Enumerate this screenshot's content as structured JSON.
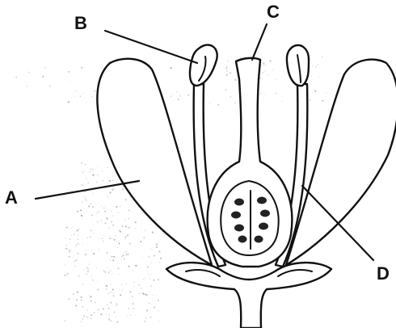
{
  "labels": {
    "A": "A",
    "B": "B",
    "C": "C",
    "D": "D"
  },
  "colors": {
    "line": "#111111",
    "background": "#ffffff"
  }
}
